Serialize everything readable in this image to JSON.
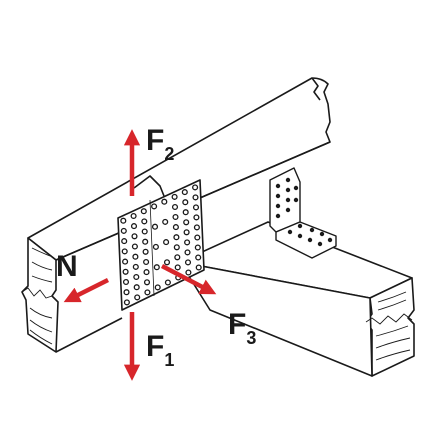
{
  "diagram": {
    "colors": {
      "force_arrow": "#d7262b",
      "line": "#1a1a1a",
      "plate_hole": "#1a1a1a",
      "background": "#ffffff"
    },
    "labels": {
      "n": "N",
      "f1": {
        "letter": "F",
        "sub": "1"
      },
      "f2": {
        "letter": "F",
        "sub": "2"
      },
      "f3": {
        "letter": "F",
        "sub": "3"
      }
    }
  }
}
